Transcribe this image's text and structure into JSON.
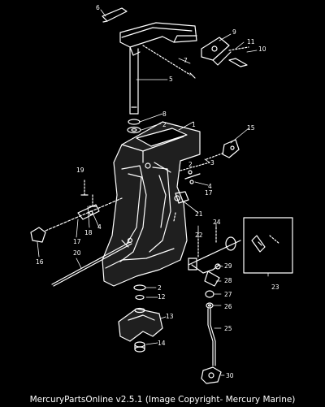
{
  "part_numbers": [
    "1",
    "2",
    "3",
    "4",
    "5",
    "6",
    "7",
    "8",
    "9",
    "10",
    "11",
    "12",
    "13",
    "14",
    "15",
    "16",
    "17",
    "18",
    "19",
    "20",
    "21",
    "22",
    "23",
    "24",
    "25",
    "26",
    "27",
    "28",
    "29",
    "30",
    "2",
    "4",
    "17",
    "2"
  ],
  "footer_text": "MercuryPartsOnline v2.5.1 (Image Copyright- Mercury Marine)"
}
